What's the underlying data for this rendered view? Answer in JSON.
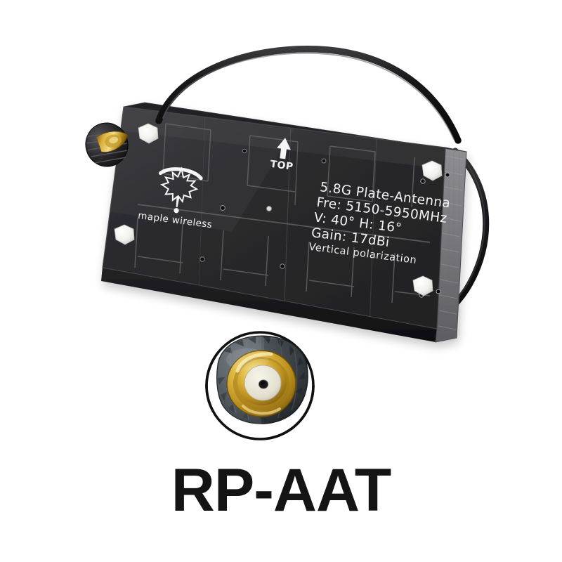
{
  "product": {
    "model_label": "RP-AAT",
    "type": "5.8G plate antenna product photo"
  },
  "board": {
    "brand": "maple wireless",
    "orientation_marker": "TOP",
    "spec_lines": [
      "5.8G Plate-Antenna",
      "Fre: 5150-5950MHz",
      "V: 40° H: 16°",
      "Gain: 17dBi"
    ],
    "polarization": "Vertical polarization",
    "colors": {
      "pcb_face": "#2b2b2d",
      "pcb_edge": "#8c8c90",
      "pcb_side": "#1b1b1c",
      "standoff": "#f4f4f2",
      "silk_text": "#f2f2f2"
    }
  },
  "connector": {
    "name": "RP-SMA connector",
    "callout_shape": "circle",
    "colors": {
      "nut": "#4c545a",
      "nut_dark": "#2f363b",
      "gold": "#c79a24",
      "gold_light": "#efd46a",
      "insulator": "#e6e3d6",
      "pin_hole": "#1a1a1a",
      "ring": "#111111"
    }
  },
  "cable": {
    "name": "coaxial pigtail cable",
    "color": "#171717"
  },
  "background": {
    "color": "#ffffff"
  }
}
